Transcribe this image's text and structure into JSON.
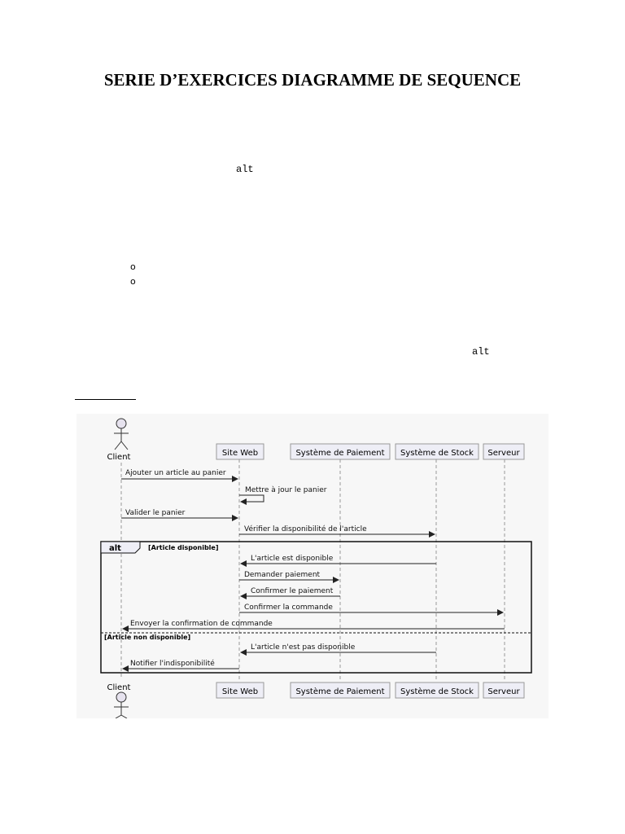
{
  "document": {
    "title": "SERIE D’EXERCICES DIAGRAMME DE SEQUENCE",
    "alt_word_1": "alt",
    "alt_word_2": "alt",
    "bullet_1": "o",
    "bullet_2": "o"
  },
  "diagram": {
    "participants": {
      "client": "Client",
      "site_web": "Site Web",
      "paiement": "Système de Paiement",
      "stock": "Système de Stock",
      "serveur": "Serveur"
    },
    "messages": {
      "m1": "Ajouter un article au panier",
      "m2": "Mettre à jour le panier",
      "m3": "Valider le panier",
      "m4": "Vérifier la disponibilité de l'article",
      "m5": "L'article est disponible",
      "m6": "Demander paiement",
      "m7": "Confirmer le paiement",
      "m8": "Confirmer la commande",
      "m9": "Envoyer la confirmation de commande",
      "m10": "L'article n'est pas disponible",
      "m11": "Notifier l'indisponibilité"
    },
    "fragment": {
      "operator": "alt",
      "guard_1": "[Article disponible]",
      "guard_2": "[Article non disponible]"
    }
  }
}
